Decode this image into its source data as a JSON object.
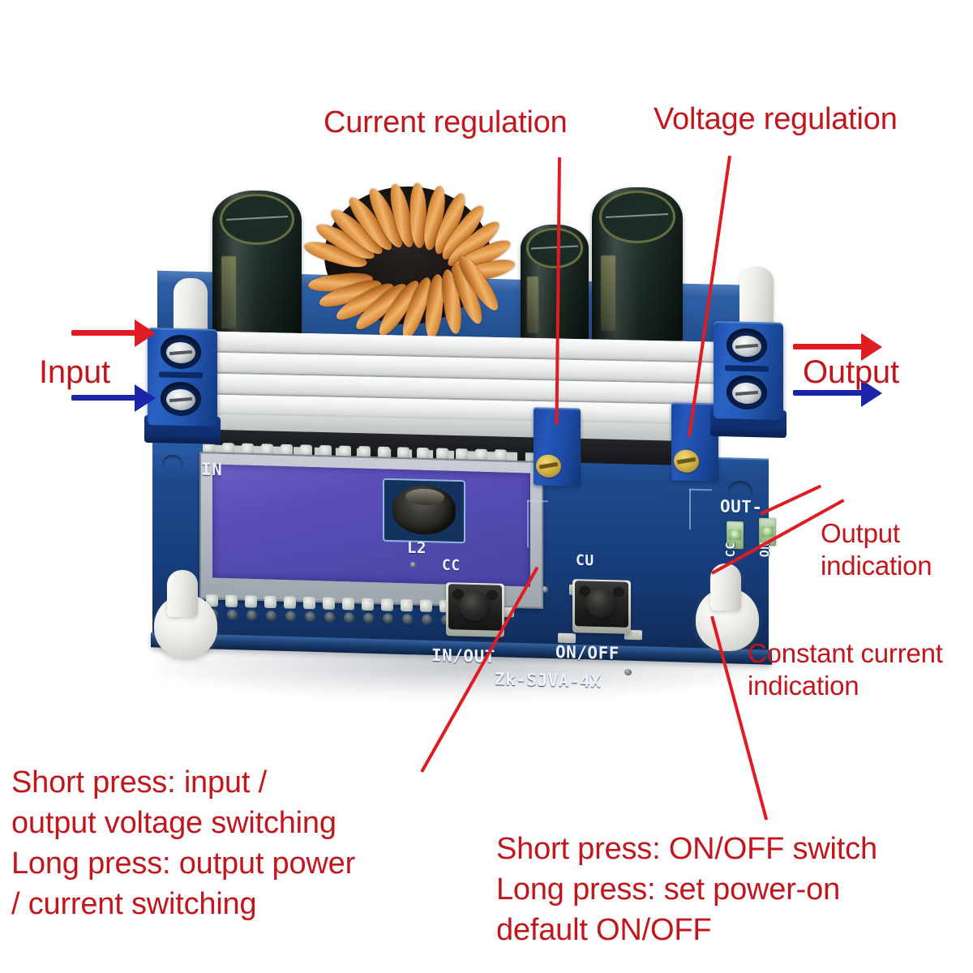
{
  "image": {
    "subject": "DC-DC buck-boost constant current voltage regulator module",
    "model_silkscreen": "Zk-SJVA-4X"
  },
  "annotations": {
    "current_regulation": {
      "label": "Current regulation",
      "color": "#c3161c"
    },
    "voltage_regulation": {
      "label": "Voltage regulation",
      "color": "#c3161c"
    },
    "input": {
      "label": "Input",
      "color": "#e01b22"
    },
    "output": {
      "label": "Output",
      "color": "#e01b22"
    },
    "output_indication": {
      "label": "Output\nindication",
      "color": "#c3161c"
    },
    "constant_current_indication": {
      "label": "Constant current\nindication",
      "color": "#c3161c"
    },
    "left_button_note": {
      "label": "Short press: input /\noutput voltage switching\nLong press: output power\n/ current switching",
      "color": "#c3161c"
    },
    "right_button_note": {
      "label": "Short press: ON/OFF switch\nLong press: set power-on\ndefault ON/OFF",
      "color": "#c3161c"
    }
  },
  "arrows": {
    "input_top_color": "#e01b22",
    "input_bottom_color": "#1c24a8",
    "output_top_color": "#e01b22",
    "output_bottom_color": "#1c24a8"
  },
  "board": {
    "silkscreen": {
      "in_label": "IN",
      "l2_label": "L2",
      "cc_label": "CC",
      "cu_label": "CU",
      "in_out_label": "IN/OUT",
      "on_off_label": "ON/OFF",
      "model_label": "Zk-SJVA-4X",
      "out_minus_label": "OUT-",
      "led_cc_label": "CC",
      "led_on_label": "ON"
    },
    "colors": {
      "pcb_blue": "#1e4a8c",
      "terminal_blue": "#2358b4",
      "pot_blue": "#2558bb",
      "heatsink_silver": "#e4e6e6",
      "lcd_purple": "#524aae",
      "copper": "#d98c3c",
      "cap_dark_green": "#16251f",
      "led_green": "#8dbe78",
      "standoff_white": "#f0efec"
    },
    "lcd_state": ""
  }
}
